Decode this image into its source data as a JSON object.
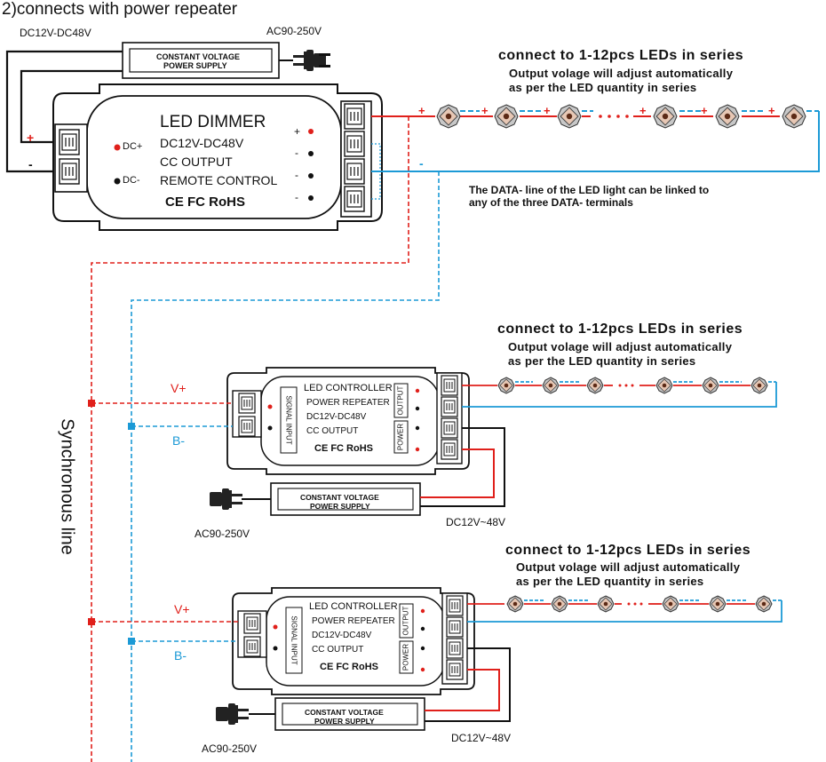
{
  "title": "2)connects with power repeater",
  "colors": {
    "red": "#e0201b",
    "blue": "#1c9ad6",
    "dark": "#111111"
  },
  "top": {
    "dc_input": "DC12V-DC48V",
    "ac_input": "AC90-250V",
    "psu_line1": "CONSTANT VOLTAGE",
    "psu_line2": "POWER SUPPLY",
    "dimmer": {
      "name": "LED DIMMER",
      "voltage": "DC12V-DC48V",
      "mode": "CC OUTPUT",
      "control": "REMOTE CONTROL",
      "certs": "CE FC RoHS",
      "dc_plus": "DC+",
      "dc_minus": "DC-"
    },
    "series_title": "connect to 1-12pcs  LEDs in series",
    "series_sub1": "Output volage will adjust automatically",
    "series_sub2": "as per the LED quantity in series",
    "data_note1": "The DATA- line of the LED light can be linked to",
    "data_note2": "any of the three DATA- terminals"
  },
  "repeaters": [
    {
      "series_title": "connect to 1-12pcs  LEDs in series",
      "series_sub1": "Output volage will adjust automatically",
      "series_sub2": "as per the LED quantity in series",
      "line1": "LED CONTROLLER",
      "line2": "POWER REPEATER",
      "line3": "DC12V-DC48V",
      "line4": "CC OUTPUT",
      "certs": "CE FC RoHS",
      "signal_input": "SIGNAL INPUT",
      "output_tag": "OUTPUT",
      "power_tag": "POWER",
      "v_plus": "V+",
      "b_minus": "B-",
      "psu_line1": "CONSTANT VOLTAGE",
      "psu_line2": "POWER SUPPLY",
      "ac_input": "AC90-250V",
      "dc_input": "DC12V~48V"
    },
    {
      "series_title": "connect to 1-12pcs  LEDs in series",
      "series_sub1": "Output volage will adjust automatically",
      "series_sub2": "as per the LED quantity in series",
      "line1": "LED CONTROLLER",
      "line2": "POWER REPEATER",
      "line3": "DC12V-DC48V",
      "line4": "CC OUTPUT",
      "certs": "CE FC RoHS",
      "signal_input": "SIGNAL INPUT",
      "output_tag": "OUTPUT",
      "power_tag": "POWER",
      "v_plus": "V+",
      "b_minus": "B-",
      "psu_line1": "CONSTANT VOLTAGE",
      "psu_line2": "POWER SUPPLY",
      "ac_input": "AC90-250V",
      "dc_input": "DC12V~48V"
    }
  ],
  "sync_line": "Synchronous line"
}
